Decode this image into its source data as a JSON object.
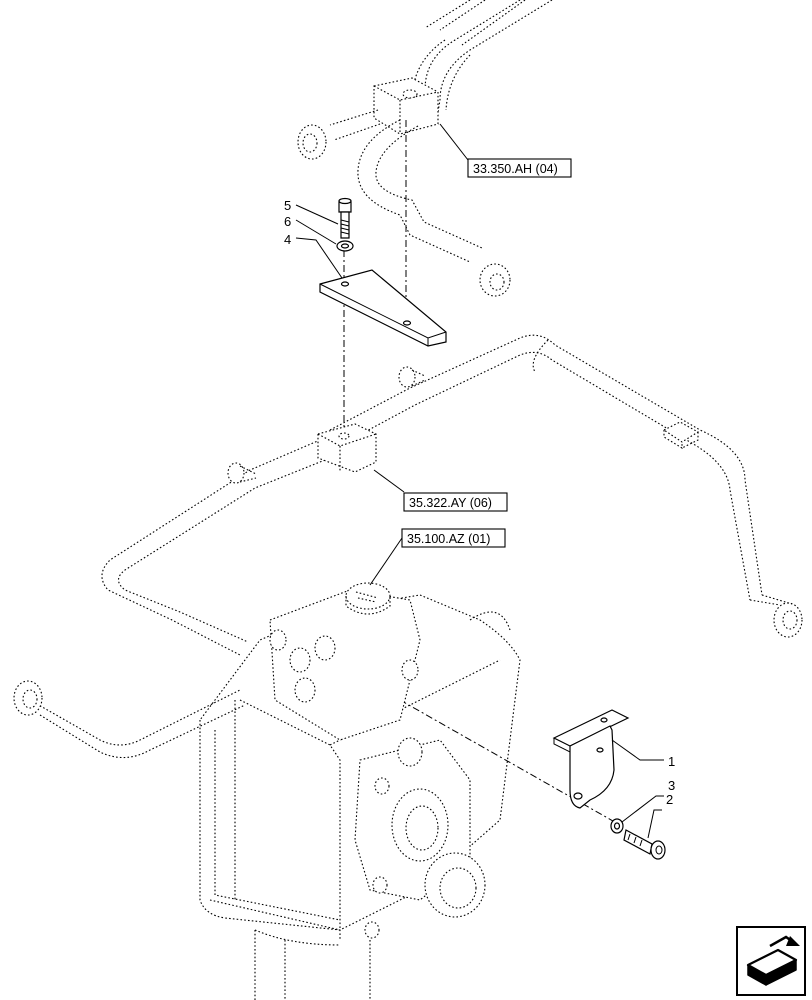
{
  "callouts": {
    "c1": "1",
    "c2": "2",
    "c3": "3",
    "c4": "4",
    "c5": "5",
    "c6": "6"
  },
  "references": {
    "r1": "33.350.AH (04)",
    "r2": "35.322.AY (06)",
    "r3": "35.100.AZ (01)"
  },
  "nav_icon": "navigation-arrow-icon"
}
